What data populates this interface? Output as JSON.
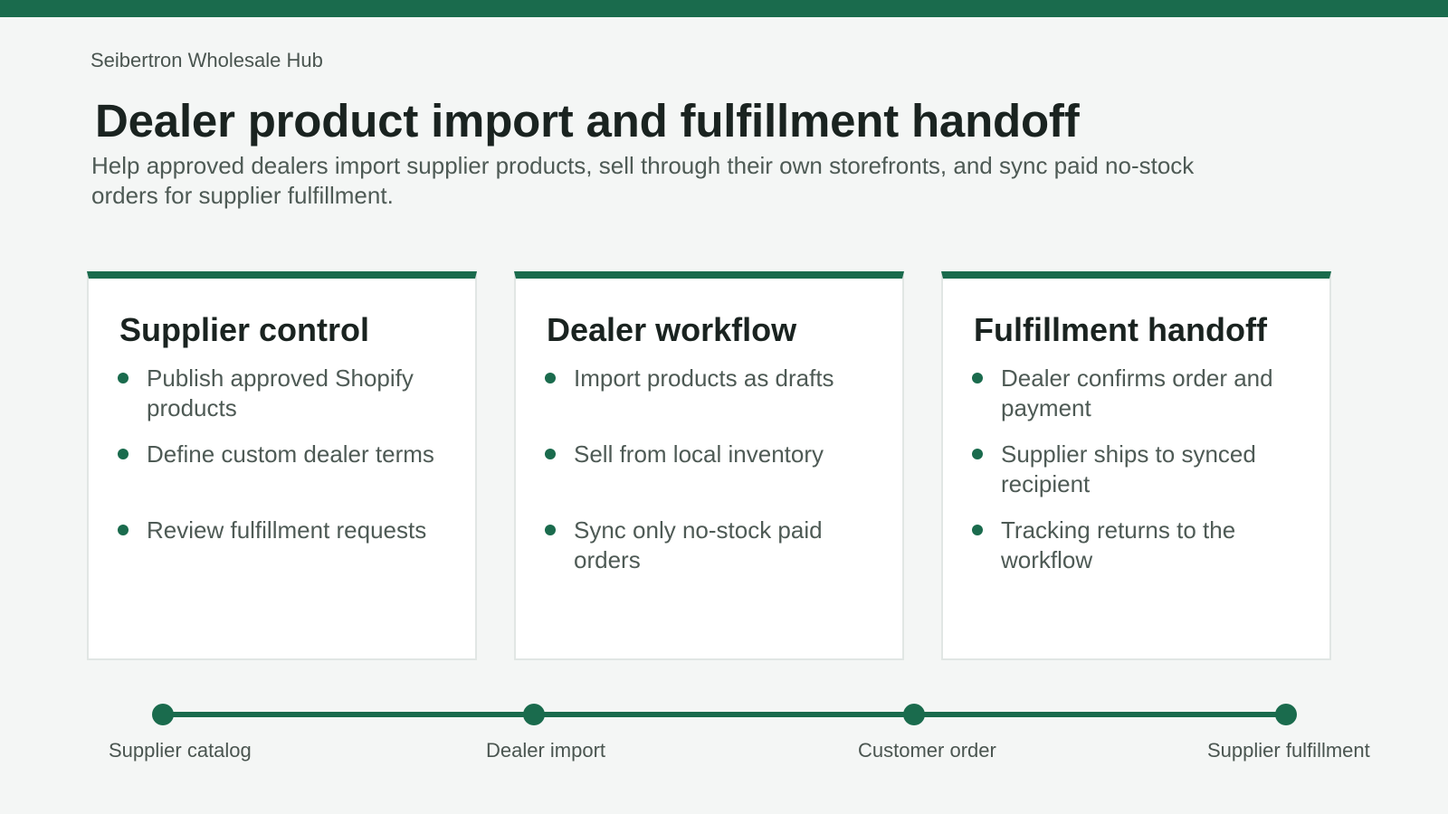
{
  "brand": "Seibertron Wholesale Hub",
  "title": "Dealer product import and fulfillment handoff",
  "subtitle": "Help approved dealers import supplier products, sell through their own storefronts, and sync paid no-stock orders for supplier fulfillment.",
  "colors": {
    "accent": "#1a6b4d",
    "text_dark": "#1a2320",
    "text_muted": "#4e5a55",
    "background": "#f4f6f5",
    "card": "#ffffff"
  },
  "cards": [
    {
      "title": "Supplier control",
      "items": [
        "Publish approved Shopify products",
        "Define custom dealer terms",
        "Review fulfillment requests"
      ]
    },
    {
      "title": "Dealer workflow",
      "items": [
        "Import products as drafts",
        "Sell from local inventory",
        "Sync only no-stock paid orders"
      ]
    },
    {
      "title": "Fulfillment handoff",
      "items": [
        "Dealer confirms order and payment",
        "Supplier ships to synced recipient",
        "Tracking returns to the workflow"
      ]
    }
  ],
  "timeline": {
    "steps": [
      "Supplier catalog",
      "Dealer import",
      "Customer order",
      "Supplier fulfillment"
    ]
  }
}
